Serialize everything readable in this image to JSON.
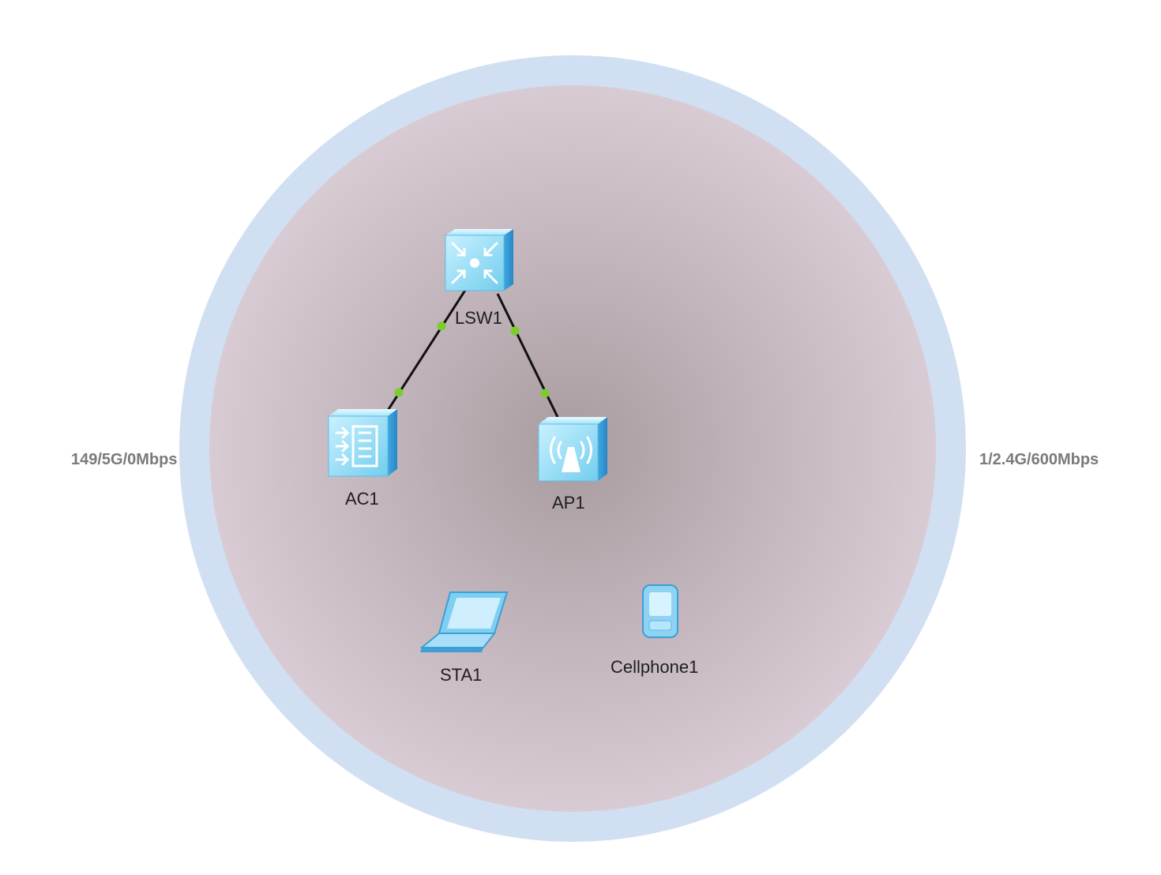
{
  "coverage": {
    "left_rate": "149/5G/0Mbps",
    "right_rate": "1/2.4G/600Mbps"
  },
  "devices": {
    "lsw1": {
      "label": "LSW1",
      "icon": "switch-icon"
    },
    "ac1": {
      "label": "AC1",
      "icon": "access-controller-icon"
    },
    "ap1": {
      "label": "AP1",
      "icon": "access-point-icon"
    },
    "sta1": {
      "label": "STA1",
      "icon": "laptop-icon"
    },
    "cellphone1": {
      "label": "Cellphone1",
      "icon": "cellphone-icon"
    }
  },
  "links": [
    {
      "from": "LSW1",
      "to": "AC1"
    },
    {
      "from": "LSW1",
      "to": "AP1"
    }
  ],
  "colors": {
    "coverage_ring": "#d0e0f2",
    "coverage_inner": "#d6c9d1",
    "coverage_center": "#a89ca0",
    "device_blue": "#8fd8f2",
    "port_green": "#7ccc2c",
    "link": "#111111"
  }
}
